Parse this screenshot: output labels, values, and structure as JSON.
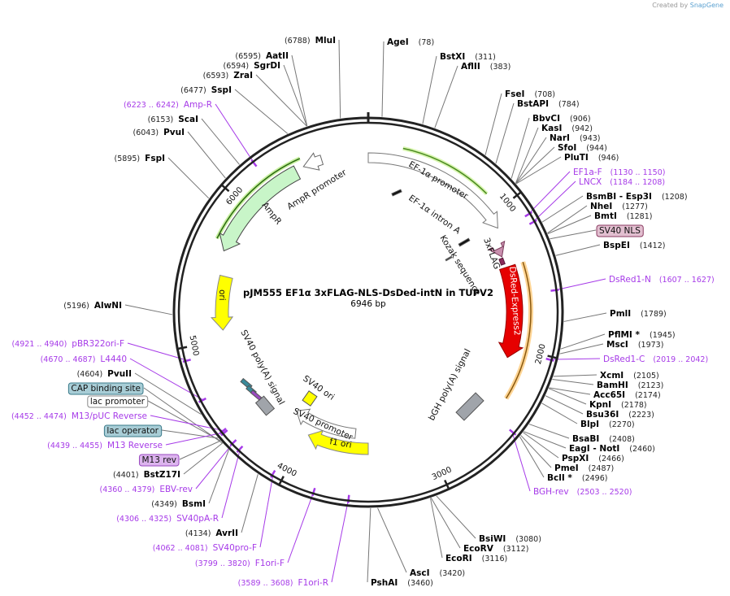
{
  "credit": {
    "prefix": "Created by",
    "brand": "SnapGene"
  },
  "plasmid": {
    "name": "pJM555 EF1α 3xFLAG-NLS-DsDed-intN in TUPV2",
    "length": "6946 bp",
    "total_bp": 6946
  },
  "colors": {
    "primer": "#a63ae8",
    "ring": "#222222",
    "dsred": "#e60000",
    "ampr": "#c8f5c8",
    "ori": "#ffff00",
    "polyA": "#a0a4aa",
    "nls": "#d9b3c8",
    "feature_box": "#a8cdd6"
  },
  "ticks": [
    "1000",
    "2000",
    "3000",
    "4000",
    "5000",
    "6000"
  ],
  "right_labels": [
    {
      "kind": "enzyme",
      "name": "AgeI",
      "pos": "(78)"
    },
    {
      "kind": "enzyme",
      "name": "BstXI",
      "pos": "(311)"
    },
    {
      "kind": "enzyme",
      "name": "AflII",
      "pos": "(383)"
    },
    {
      "kind": "enzyme",
      "name": "FseI",
      "pos": "(708)"
    },
    {
      "kind": "enzyme",
      "name": "BstAPI",
      "pos": "(784)"
    },
    {
      "kind": "enzyme",
      "name": "BbvCI",
      "pos": "(906)"
    },
    {
      "kind": "enzyme",
      "name": "KasI",
      "pos": "(942)"
    },
    {
      "kind": "enzyme",
      "name": "NarI",
      "pos": "(943)"
    },
    {
      "kind": "enzyme",
      "name": "SfoI",
      "pos": "(944)"
    },
    {
      "kind": "enzyme",
      "name": "PluTI",
      "pos": "(946)"
    },
    {
      "kind": "primer",
      "name": "EF1a-F",
      "pos": "(1130 .. 1150)"
    },
    {
      "kind": "primer",
      "name": "LNCX",
      "pos": "(1184 .. 1208)"
    },
    {
      "kind": "enzyme",
      "name": "BsmBI   - Esp3I",
      "pos": "(1208)"
    },
    {
      "kind": "enzyme",
      "name": "NheI",
      "pos": "(1277)"
    },
    {
      "kind": "enzyme",
      "name": "BmtI",
      "pos": "(1281)"
    },
    {
      "kind": "featurebox",
      "name": "SV40 NLS",
      "pos": "",
      "color": "#e2bfd0",
      "border": "#8a3a60"
    },
    {
      "kind": "enzyme",
      "name": "BspEI",
      "pos": "(1412)"
    },
    {
      "kind": "primer",
      "name": "DsRed1-N",
      "pos": "(1607 .. 1627)"
    },
    {
      "kind": "enzyme",
      "name": "PmlI",
      "pos": "(1789)"
    },
    {
      "kind": "enzyme",
      "name": "PflMI *",
      "pos": "(1945)"
    },
    {
      "kind": "enzyme",
      "name": "MscI",
      "pos": "(1973)"
    },
    {
      "kind": "primer",
      "name": "DsRed1-C",
      "pos": "(2019 .. 2042)"
    },
    {
      "kind": "enzyme",
      "name": "XcmI",
      "pos": "(2105)"
    },
    {
      "kind": "enzyme",
      "name": "BamHI",
      "pos": "(2123)"
    },
    {
      "kind": "enzyme",
      "name": "Acc65I",
      "pos": "(2174)"
    },
    {
      "kind": "enzyme",
      "name": "KpnI",
      "pos": "(2178)"
    },
    {
      "kind": "enzyme",
      "name": "Bsu36I",
      "pos": "(2223)"
    },
    {
      "kind": "enzyme",
      "name": "BlpI",
      "pos": "(2270)"
    },
    {
      "kind": "enzyme",
      "name": "BsaBI",
      "pos": "(2408)"
    },
    {
      "kind": "enzyme",
      "name": "EagI   - NotI",
      "pos": "(2460)"
    },
    {
      "kind": "enzyme",
      "name": "PspXI",
      "pos": "(2466)"
    },
    {
      "kind": "enzyme",
      "name": "PmeI",
      "pos": "(2487)"
    },
    {
      "kind": "enzyme",
      "name": "BclI *",
      "pos": "(2496)"
    },
    {
      "kind": "primer",
      "name": "BGH-rev",
      "pos": "(2503 .. 2520)"
    },
    {
      "kind": "enzyme",
      "name": "BsiWI",
      "pos": "(3080)"
    },
    {
      "kind": "enzyme",
      "name": "EcoRV",
      "pos": "(3112)"
    },
    {
      "kind": "enzyme",
      "name": "EcoRI",
      "pos": "(3116)"
    },
    {
      "kind": "enzyme",
      "name": "AscI",
      "pos": "(3420)"
    },
    {
      "kind": "enzyme",
      "name": "PshAI",
      "pos": "(3460)"
    }
  ],
  "left_labels": [
    {
      "kind": "enzyme",
      "name": "MluI",
      "pos": "(6788)"
    },
    {
      "kind": "enzyme",
      "name": "AatII",
      "pos": "(6595)"
    },
    {
      "kind": "enzyme",
      "name": "SgrDI",
      "pos": "(6594)"
    },
    {
      "kind": "enzyme",
      "name": "ZraI",
      "pos": "(6593)"
    },
    {
      "kind": "enzyme",
      "name": "SspI",
      "pos": "(6477)"
    },
    {
      "kind": "primer",
      "name": "Amp-R",
      "pos": "(6223 .. 6242)"
    },
    {
      "kind": "enzyme",
      "name": "ScaI",
      "pos": "(6153)"
    },
    {
      "kind": "enzyme",
      "name": "PvuI",
      "pos": "(6043)"
    },
    {
      "kind": "enzyme",
      "name": "FspI",
      "pos": "(5895)"
    },
    {
      "kind": "enzyme",
      "name": "AlwNI",
      "pos": "(5196)"
    },
    {
      "kind": "primer",
      "name": "pBR322ori-F",
      "pos": "(4921 .. 4940)"
    },
    {
      "kind": "primer",
      "name": "L4440",
      "pos": "(4670 .. 4687)"
    },
    {
      "kind": "enzyme",
      "name": "PvuII",
      "pos": "(4604)"
    },
    {
      "kind": "featurebox",
      "name": "CAP binding site",
      "pos": "",
      "color": "#a8cdd6",
      "border": "#3a7a8a"
    },
    {
      "kind": "featurebox",
      "name": "lac promoter",
      "pos": "",
      "color": "#ffffff",
      "border": "#888888"
    },
    {
      "kind": "primer",
      "name": "M13/pUC Reverse",
      "pos": "(4452 .. 4474)"
    },
    {
      "kind": "featurebox",
      "name": "lac operator",
      "pos": "",
      "color": "#a8cdd6",
      "border": "#3a7a8a"
    },
    {
      "kind": "primer",
      "name": "M13 Reverse",
      "pos": "(4439 .. 4455)"
    },
    {
      "kind": "featurebox",
      "name": "M13 rev",
      "pos": "",
      "color": "#dcb4ee",
      "border": "#9a4ac0"
    },
    {
      "kind": "enzyme",
      "name": "BstZ17I",
      "pos": "(4401)"
    },
    {
      "kind": "primer",
      "name": "EBV-rev",
      "pos": "(4360 .. 4379)"
    },
    {
      "kind": "enzyme",
      "name": "BsmI",
      "pos": "(4349)"
    },
    {
      "kind": "primer",
      "name": "SV40pA-R",
      "pos": "(4306 .. 4325)"
    },
    {
      "kind": "enzyme",
      "name": "AvrII",
      "pos": "(4134)"
    },
    {
      "kind": "primer",
      "name": "SV40pro-F",
      "pos": "(4062 .. 4081)"
    },
    {
      "kind": "primer",
      "name": "F1ori-F",
      "pos": "(3799 .. 3820)"
    },
    {
      "kind": "primer",
      "name": "F1ori-R",
      "pos": "(3589 .. 3608)"
    }
  ],
  "features": {
    "ef1a_promoter": "EF-1α promoter",
    "ef1a_intron": "EF-1α intron A",
    "kozak": "Kozak sequence",
    "flag": "3xFLAG",
    "dsred": "DsRed-Express2",
    "bgh": "bGH poly(A) signal",
    "f1ori": "f1 ori",
    "sv40_promoter": "SV40 promoter",
    "sv40_ori": "SV40 ori",
    "sv40_polya": "SV40 poly(A) signal",
    "ori": "ori",
    "ampr": "AmpR",
    "ampr_promoter": "AmpR promoter"
  }
}
